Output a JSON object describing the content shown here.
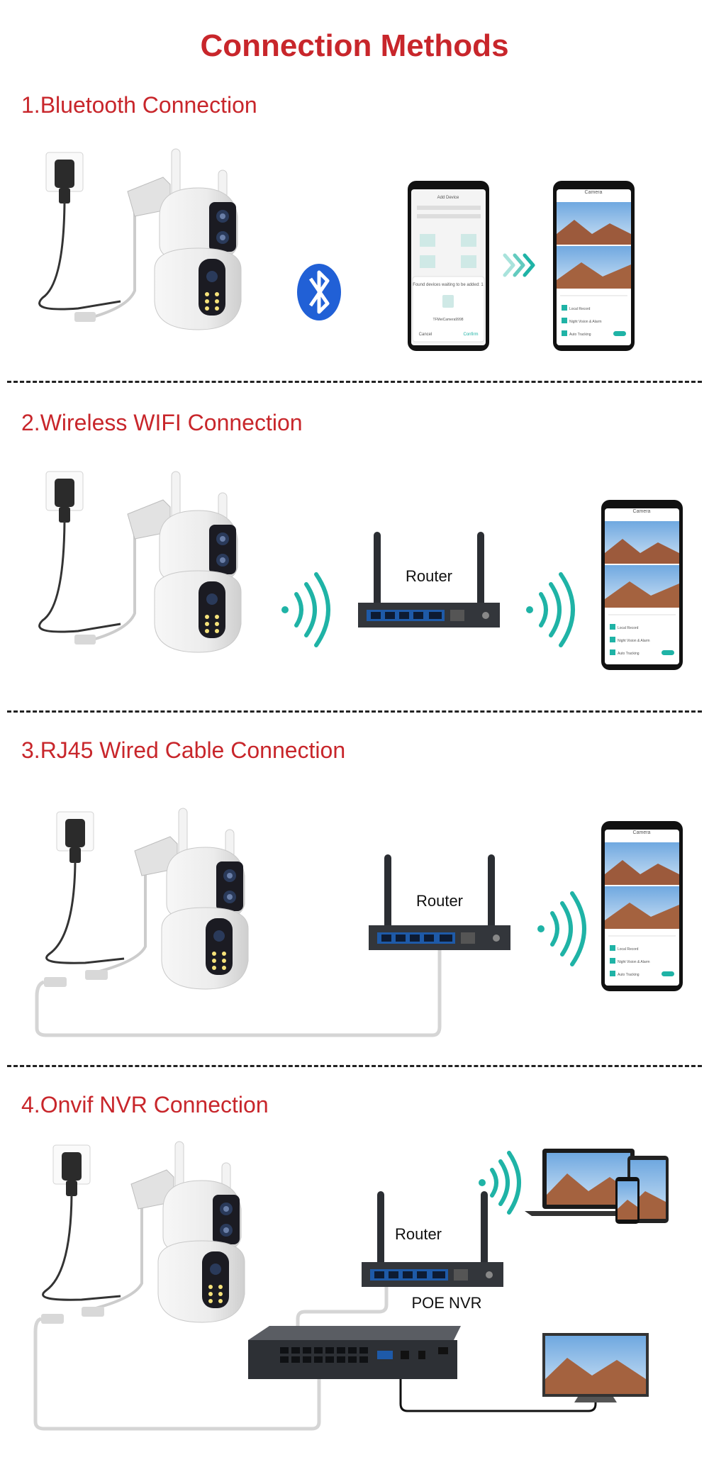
{
  "title": "Connection Methods",
  "sections": [
    {
      "heading": "1.Bluetooth Connection"
    },
    {
      "heading": "2.Wireless WIFI Connection",
      "router_label": "Router"
    },
    {
      "heading": "3.RJ45 Wired Cable Connection",
      "router_label": "Router"
    },
    {
      "heading": "4.Onvif NVR Connection",
      "router_label": "Router",
      "nvr_label": "POE NVR"
    }
  ],
  "phone_app": {
    "header": "Camera",
    "menu_items": [
      "Local Record",
      "Night Vision & Alarm",
      "Auto Tracking"
    ]
  },
  "add_device_screen": {
    "header": "Add Device",
    "prompt": "Found devices waiting to be added: 1",
    "device_name": "TFMeiCamera9998",
    "cancel": "Cancel",
    "confirm": "Confirm"
  },
  "colors": {
    "heading_red": "#c8262b",
    "teal": "#1fb3a6",
    "bluetooth_blue": "#2160d6",
    "router_dark": "#33363b",
    "port_blue": "#1e5aa8"
  }
}
